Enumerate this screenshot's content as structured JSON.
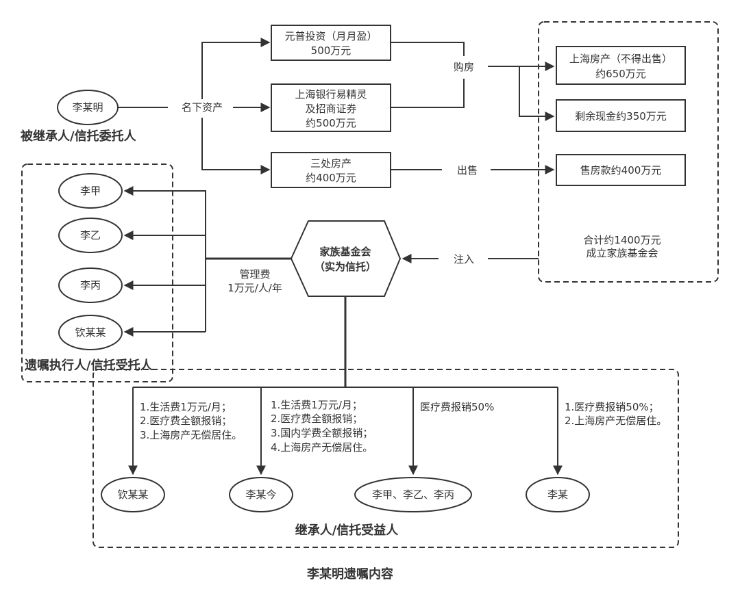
{
  "diagram": {
    "title": "李某明遗嘱内容",
    "testator": {
      "name": "李某明",
      "role_label": "被继承人/信托委托人",
      "edge_label": "名下资产"
    },
    "assets": [
      {
        "line1": "元普投资（月月盈）",
        "line2": "500万元",
        "line3": ""
      },
      {
        "line1": "上海银行易精灵",
        "line2": "及招商证券",
        "line3": "约500万元"
      },
      {
        "line1": "三处房产",
        "line2": "约400万元",
        "line3": ""
      }
    ],
    "actions": {
      "buy_house": "购房",
      "sell": "出售",
      "inject": "注入"
    },
    "pool": {
      "items": [
        {
          "line1": "上海房产（不得出售）",
          "line2": "约650万元"
        },
        {
          "line1": "剩余现金约350万元",
          "line2": ""
        },
        {
          "line1": "售房款约400万元",
          "line2": ""
        }
      ],
      "total_line1": "合计约1400万元",
      "total_line2": "成立家族基金会"
    },
    "foundation": {
      "line1": "家族基金会",
      "line2": "（实为信托）"
    },
    "fee": {
      "line1": "管理费",
      "line2": "1万元/人/年"
    },
    "executors": {
      "role_label": "遗嘱执行人/信托受托人",
      "names": [
        "李甲",
        "李乙",
        "李丙",
        "钦某某"
      ]
    },
    "beneficiaries": {
      "role_label": "继承人/信托受益人",
      "items": [
        {
          "name": "钦某某",
          "terms": [
            "1.生活费1万元/月；",
            "2.医疗费全额报销；",
            "3.上海房产无偿居住。"
          ]
        },
        {
          "name": "李某今",
          "terms": [
            "1.生活费1万元/月；",
            "2.医疗费全额报销；",
            "3.国内学费全额报销；",
            "4.上海房产无偿居住。"
          ]
        },
        {
          "name": "李甲、李乙、李丙",
          "terms": [
            "医疗费报销50%"
          ]
        },
        {
          "name": "李某",
          "terms": [
            "1.医疗费报销50%；",
            "2.上海房产无偿居住。"
          ]
        }
      ]
    }
  }
}
